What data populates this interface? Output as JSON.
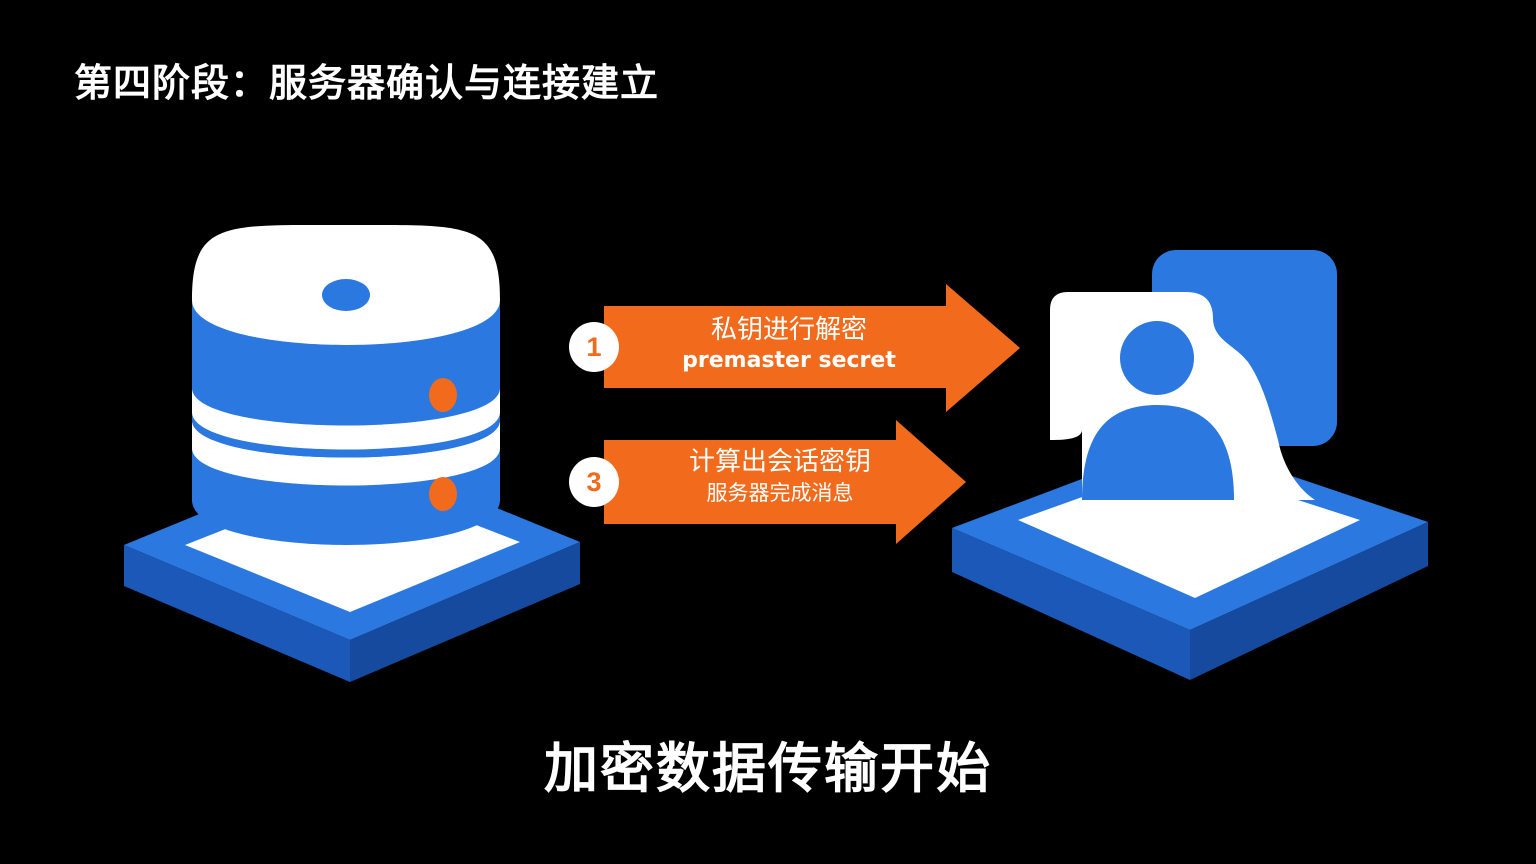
{
  "title": "第四阶段：服务器确认与连接建立",
  "caption": "加密数据传输开始",
  "steps": [
    {
      "number": "1",
      "line1": "私钥进行解密",
      "line2": "premaster secret"
    },
    {
      "number": "3",
      "line1": "计算出会话密钥",
      "line2": "服务器完成消息"
    }
  ],
  "colors": {
    "background": "#000000",
    "primary_blue": "#2a78e0",
    "dark_blue": "#1b58b8",
    "arrow_orange": "#f26b1d",
    "white": "#ffffff"
  },
  "icons": {
    "server": "database-server-icon",
    "client": "user-profile-icon"
  }
}
